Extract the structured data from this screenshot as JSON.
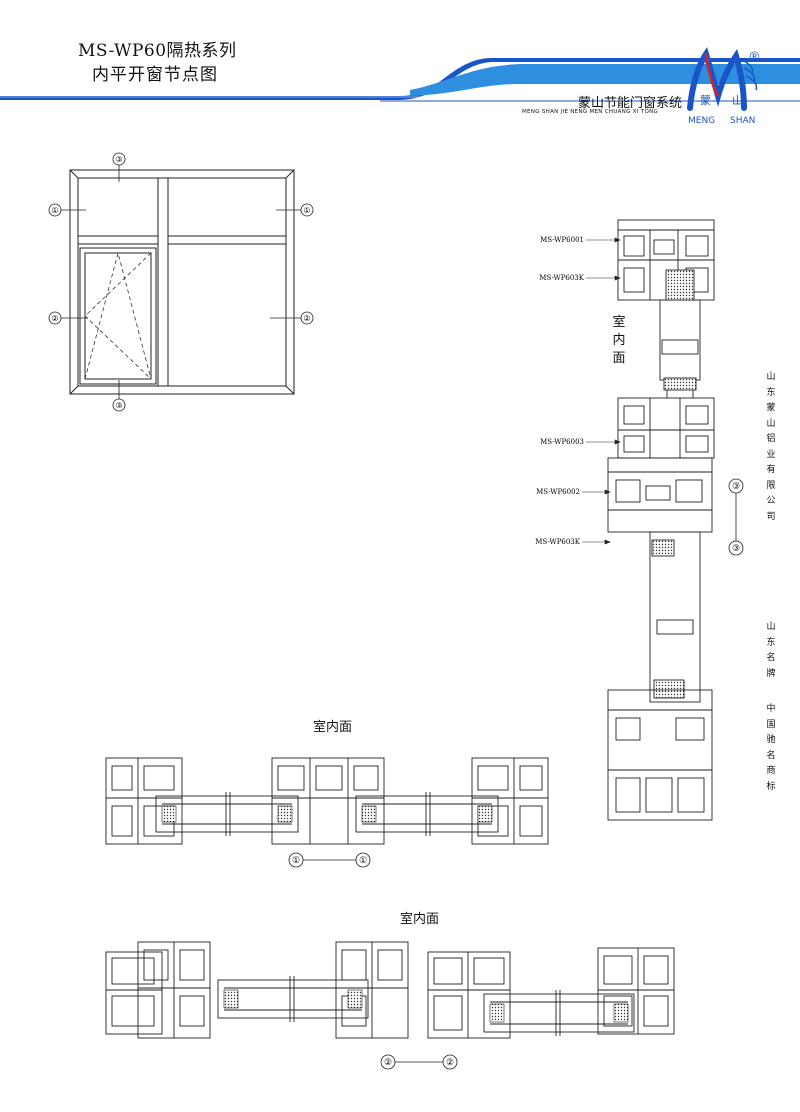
{
  "header": {
    "title_line1": "MS-WP60隔热系列",
    "title_line2": "内平开窗节点图",
    "brand_cn": "蒙山节能门窗系统",
    "brand_en": "MENG SHAN JIE NENG MEN CHUANG XI TONG",
    "logo_cn_1": "蒙",
    "logo_cn_2": "山",
    "logo_en_1": "MENG",
    "logo_en_2": "SHAN",
    "registered_mark": "®",
    "accent_color": "#1a55c8"
  },
  "elevation": {
    "markers": [
      "③",
      "①",
      "①",
      "②",
      "②",
      "③"
    ]
  },
  "vertical_section": {
    "indoor_label": "室内面",
    "part_labels": [
      "MS-WP6001",
      "MS-WP603K",
      "MS-WP6003",
      "MS-WP6002",
      "MS-WP603K"
    ],
    "section_marker": "③"
  },
  "section_1": {
    "indoor_label": "室内面",
    "marker": "①"
  },
  "section_2": {
    "indoor_label": "室内面",
    "marker": "②"
  },
  "side_text": {
    "company": "山东蒙山铝业有限公司",
    "honors": [
      "山东名牌",
      "中国驰名商标"
    ]
  }
}
